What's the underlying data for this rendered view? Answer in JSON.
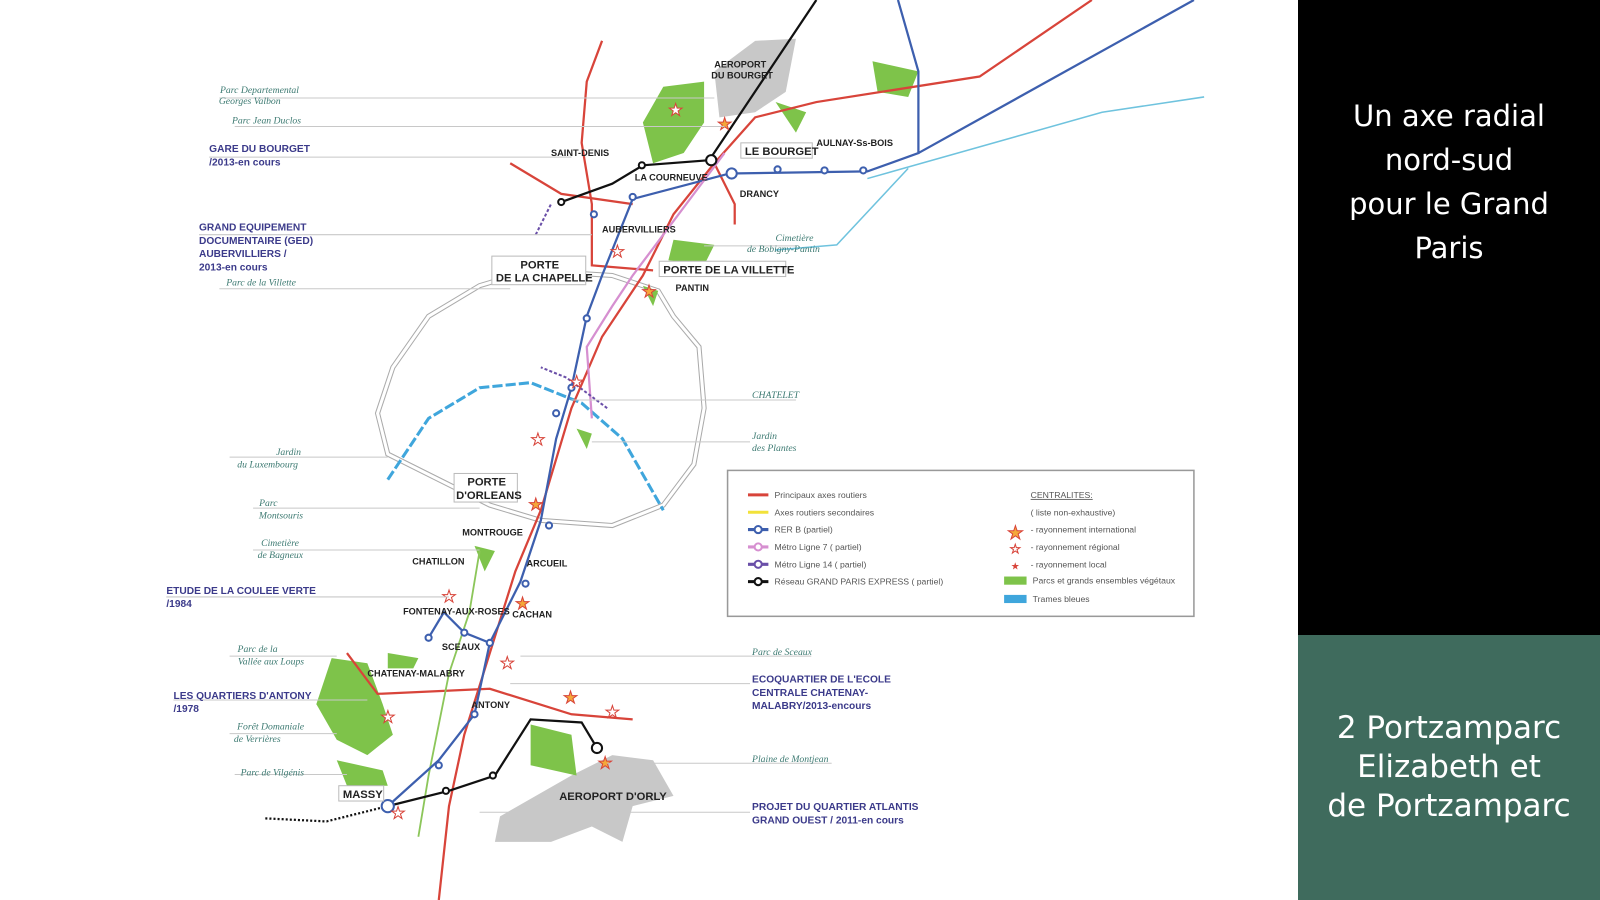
{
  "side": {
    "title": "Un axe radial\nnord-sud\npour le Grand\nParis",
    "credit": "2 Portzamparc\nElizabeth et\nde Portzamparc"
  },
  "colors": {
    "road_main": "#d8443a",
    "road_secondary": "#f2e23a",
    "rer_b": "#3d5fae",
    "metro7": "#d68fd0",
    "metro14": "#6a4fa8",
    "gpe": "#111111",
    "park": "#7ec34a",
    "water": "#3fa6dc",
    "panel_bottom": "#3f6b5d"
  },
  "map": {
    "left_labels": {
      "parc_georges_valbon": [
        "Parc Departemental",
        "Georges Valbon"
      ],
      "parc_jean_duclos": "Parc Jean Duclos",
      "gare_bourget": [
        "GARE DU BOURGET",
        "/2013-en cours"
      ],
      "ged": [
        "GRAND EQUIPEMENT",
        "DOCUMENTAIRE (GED)",
        "AUBERVILLIERS /",
        "2013-en cours"
      ],
      "parc_villette": "Parc de la Villette",
      "jardin_luxembourg": [
        "Jardin",
        "du Luxembourg"
      ],
      "parc_montsouris": [
        "Parc",
        "Montsouris"
      ],
      "cimetiere_bagneux": [
        "Cimetière",
        "de Bagneux"
      ],
      "coulee_verte": [
        "ETUDE DE LA COULEE VERTE",
        "/1984"
      ],
      "vallee_loups": [
        "Parc de la",
        "Vallée aux Loups"
      ],
      "quartiers_antony": [
        "LES QUARTIERS D'ANTONY",
        "/1978"
      ],
      "foret_verrieres": [
        "Forêt Domaniale",
        "de Verrières"
      ],
      "parc_vilgenis": "Parc de Vilgénis"
    },
    "right_labels": {
      "cimetiere_bobigny": [
        "Cimetière",
        "de Bobigny-Pantin"
      ],
      "chatelet": "CHATELET",
      "jardin_plantes": [
        "Jardin",
        "des Plantes"
      ],
      "parc_sceaux": "Parc de Sceaux",
      "ecoquartier": [
        "ECOQUARTIER DE L'ECOLE",
        "CENTRALE CHATENAY-",
        "MALABRY/2013-encours"
      ],
      "plaine_montjean": "Plaine de Montjean",
      "atlantis": [
        "PROJET DU QUARTIER ATLANTIS",
        "GRAND OUEST / 2011-en cours"
      ]
    },
    "places": {
      "aeroport_bourget": [
        "AEROPORT",
        "DU BOURGET"
      ],
      "le_bourget": "LE BOURGET",
      "aulnay": "AULNAY-Ss-BOIS",
      "saint_denis": "SAINT-DENIS",
      "la_courneuve": "LA COURNEUVE",
      "drancy": "DRANCY",
      "aubervilliers": "AUBERVILLIERS",
      "porte_chapelle": [
        "PORTE",
        "DE LA CHAPELLE"
      ],
      "porte_villette": "PORTE DE LA VILLETTE",
      "pantin": "PANTIN",
      "porte_orleans": [
        "PORTE",
        "D'ORLEANS"
      ],
      "montrouge": "MONTROUGE",
      "chatillon": "CHATILLON",
      "arcueil": "ARCUEIL",
      "fontenay": "FONTENAY-AUX-ROSES",
      "cachan": "CACHAN",
      "sceaux": "SCEAUX",
      "chatenay": "CHATENAY-MALABRY",
      "antony": "ANTONY",
      "massy": "MASSY",
      "aeroport_orly": "AEROPORT D'ORLY"
    },
    "legend": {
      "lines": [
        "Principaux axes routiers",
        "Axes routiers secondaires",
        "RER B (partiel)",
        "Métro Ligne 7 ( partiel)",
        "Métro Ligne 14 ( partiel)",
        "Réseau GRAND PARIS EXPRESS ( partiel)"
      ],
      "centralites_title": "CENTRALITES:",
      "centralites_note": "( liste non-exhaustive)",
      "stars": [
        "- rayonnement international",
        "- rayonnement régional",
        "- rayonnement local"
      ],
      "areas": [
        "Parcs et grands ensembles végétaux",
        "Trames bleues"
      ]
    }
  }
}
